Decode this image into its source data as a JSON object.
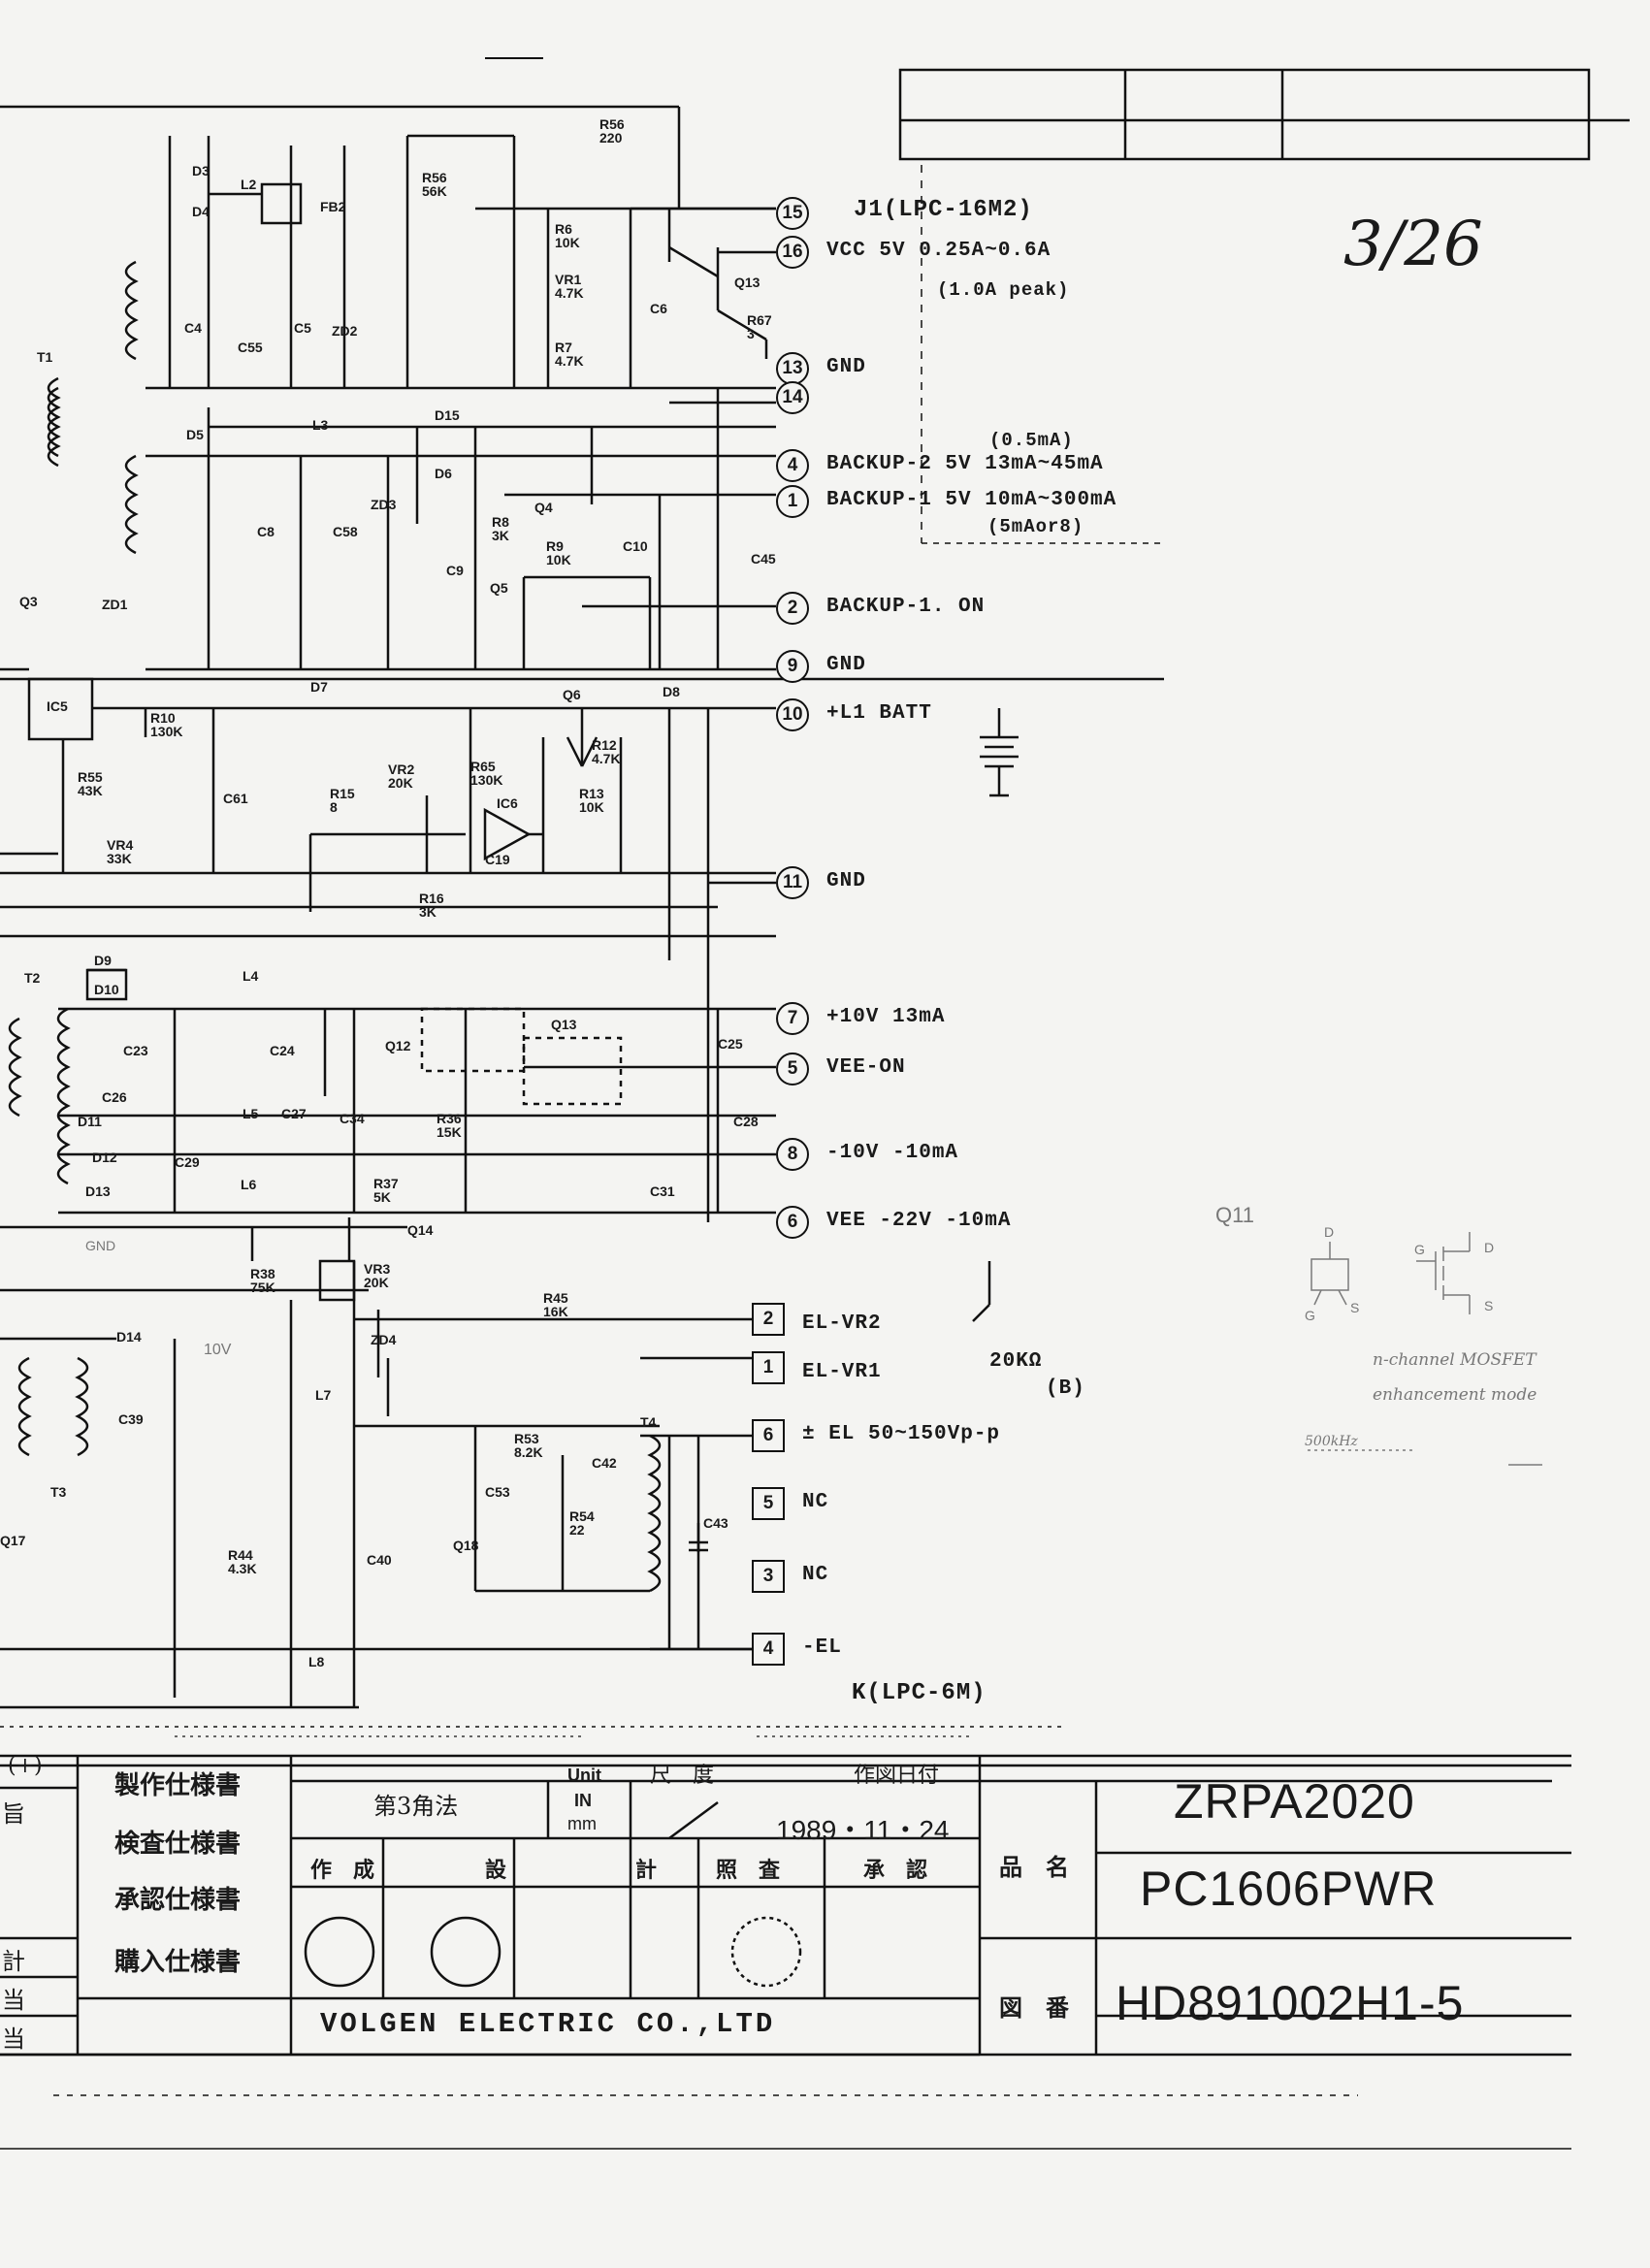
{
  "sheet": {
    "page": "3/26"
  },
  "connectors": {
    "j1": {
      "name": "J1(LPC-16M2)"
    },
    "k": {
      "name": "K(LPC-6M)"
    }
  },
  "j1_pins": [
    {
      "pin": "15",
      "label": ""
    },
    {
      "pin": "16",
      "label": "VCC  5V  0.25A~0.6A"
    },
    {
      "pin": "13",
      "label": "GND"
    },
    {
      "pin": "14",
      "label": ""
    },
    {
      "pin": "4",
      "label": "BACKUP-2  5V  13mA~45mA"
    },
    {
      "pin": "1",
      "label": "BACKUP-1  5V  10mA~300mA"
    },
    {
      "pin": "2",
      "label": "BACKUP-1. ON"
    },
    {
      "pin": "9",
      "label": "GND"
    },
    {
      "pin": "10",
      "label": "+L1   BATT"
    },
    {
      "pin": "11",
      "label": "GND"
    },
    {
      "pin": "7",
      "label": "+10V   13mA"
    },
    {
      "pin": "5",
      "label": "VEE-ON"
    },
    {
      "pin": "8",
      "label": "-10V   -10mA"
    },
    {
      "pin": "6",
      "label": "VEE   -22V   -10mA"
    }
  ],
  "pin_notes": {
    "vcc_peak": "(1.0A peak)",
    "backup2_note": "(0.5mA)",
    "backup1_note": "(5mAor8)"
  },
  "k_pins": [
    {
      "pin": "2",
      "label": "EL-VR2"
    },
    {
      "pin": "1",
      "label": "EL-VR1"
    },
    {
      "pin": "6",
      "label": "± EL   50~150Vp-p"
    },
    {
      "pin": "5",
      "label": "NC"
    },
    {
      "pin": "3",
      "label": "NC"
    },
    {
      "pin": "4",
      "label": "-EL"
    }
  ],
  "k_notes": {
    "pot": "20KΩ",
    "pot_type": "(B)"
  },
  "components": [
    {
      "ref": "R56",
      "value": "220"
    },
    {
      "ref": "R56",
      "value": "56K"
    },
    {
      "ref": "L2"
    },
    {
      "ref": "FB2"
    },
    {
      "ref": "D3"
    },
    {
      "ref": "D4"
    },
    {
      "ref": "C4"
    },
    {
      "ref": "C55"
    },
    {
      "ref": "C5"
    },
    {
      "ref": "ZD2"
    },
    {
      "ref": "R6",
      "value": "10K"
    },
    {
      "ref": "VR1",
      "value": "4.7K"
    },
    {
      "ref": "R7",
      "value": "4.7K"
    },
    {
      "ref": "C6"
    },
    {
      "ref": "Q13"
    },
    {
      "ref": "R67",
      "value": "3"
    },
    {
      "ref": "T1"
    },
    {
      "ref": "D5"
    },
    {
      "ref": "L3"
    },
    {
      "ref": "C8"
    },
    {
      "ref": "C58"
    },
    {
      "ref": "ZD3"
    },
    {
      "ref": "D15"
    },
    {
      "ref": "D6"
    },
    {
      "ref": "Q4"
    },
    {
      "ref": "R8",
      "value": "3K"
    },
    {
      "ref": "R9",
      "value": "10K"
    },
    {
      "ref": "C9"
    },
    {
      "ref": "C10"
    },
    {
      "ref": "C45"
    },
    {
      "ref": "Q5"
    },
    {
      "ref": "Q3"
    },
    {
      "ref": "ZD1"
    },
    {
      "ref": "IC5"
    },
    {
      "ref": "R10",
      "value": "130K"
    },
    {
      "ref": "D7"
    },
    {
      "ref": "Q6"
    },
    {
      "ref": "D8"
    },
    {
      "ref": "R12",
      "value": "4.7K"
    },
    {
      "ref": "R13",
      "value": "10K"
    },
    {
      "ref": "R65",
      "value": "130K"
    },
    {
      "ref": "VR2",
      "value": "20K"
    },
    {
      "ref": "R15",
      "value": "8"
    },
    {
      "ref": "R55",
      "value": "43K"
    },
    {
      "ref": "VR4",
      "value": "33K"
    },
    {
      "ref": "C61"
    },
    {
      "ref": "IC6"
    },
    {
      "ref": "C19"
    },
    {
      "ref": "R16",
      "value": "3K"
    },
    {
      "ref": "T2"
    },
    {
      "ref": "D9"
    },
    {
      "ref": "D10"
    },
    {
      "ref": "L4"
    },
    {
      "ref": "C23"
    },
    {
      "ref": "C24"
    },
    {
      "ref": "Q12"
    },
    {
      "ref": "Q13"
    },
    {
      "ref": "C25"
    },
    {
      "ref": "C26"
    },
    {
      "ref": "D11"
    },
    {
      "ref": "D12"
    },
    {
      "ref": "D13"
    },
    {
      "ref": "L5"
    },
    {
      "ref": "C27"
    },
    {
      "ref": "C34"
    },
    {
      "ref": "R36",
      "value": "15K"
    },
    {
      "ref": "C28"
    },
    {
      "ref": "C29"
    },
    {
      "ref": "L6"
    },
    {
      "ref": "R37",
      "value": "5K"
    },
    {
      "ref": "Q14"
    },
    {
      "ref": "C31"
    },
    {
      "ref": "R38",
      "value": "75K"
    },
    {
      "ref": "VR3",
      "value": "20K"
    },
    {
      "ref": "R45",
      "value": "16K"
    },
    {
      "ref": "D14"
    },
    {
      "ref": "ZD4"
    },
    {
      "ref": "L7"
    },
    {
      "ref": "T3"
    },
    {
      "ref": "C39"
    },
    {
      "ref": "T4"
    },
    {
      "ref": "R53",
      "value": "8.2K"
    },
    {
      "ref": "C42"
    },
    {
      "ref": "C53"
    },
    {
      "ref": "R54",
      "value": "22"
    },
    {
      "ref": "C43"
    },
    {
      "ref": "Q18"
    },
    {
      "ref": "R44",
      "value": "4.3K"
    },
    {
      "ref": "C40"
    },
    {
      "ref": "L8"
    },
    {
      "ref": "Q17"
    }
  ],
  "misc_labels": {
    "gnd": "GND",
    "v10": "10V"
  },
  "annotations": {
    "q11": "Q11",
    "mosfet": "n-channel MOSFET",
    "mode": "enhancement mode",
    "freq": "500kHz",
    "pins": [
      "D",
      "G",
      "S",
      "G",
      "D",
      "S"
    ]
  },
  "title_block": {
    "spec_labels": [
      "製作仕様書",
      "検査仕様書",
      "承認仕様書",
      "購入仕様書"
    ],
    "left_fragments": [
      "(+)",
      "旨",
      "計",
      "当",
      "当"
    ],
    "projection": "第3角法",
    "unit_top": "Unit",
    "unit_in": "IN",
    "unit_mm": "mm",
    "scale": "尺　度",
    "date_label": "作図日付",
    "date": "1989・11・24",
    "roles": [
      "作　成",
      "設",
      "計",
      "照　査",
      "承　認"
    ],
    "name_label": "品　名",
    "drawing_no_label": "図　番",
    "model": "ZRPA2020",
    "product": "PC1606PWR",
    "drawing_no": "HD891002H1-5",
    "company": "VOLGEN ELECTRIC CO.,LTD"
  },
  "colors": {
    "paper": "#f4f4f2",
    "ink": "#111111",
    "pencil": "#7a7a7a"
  }
}
